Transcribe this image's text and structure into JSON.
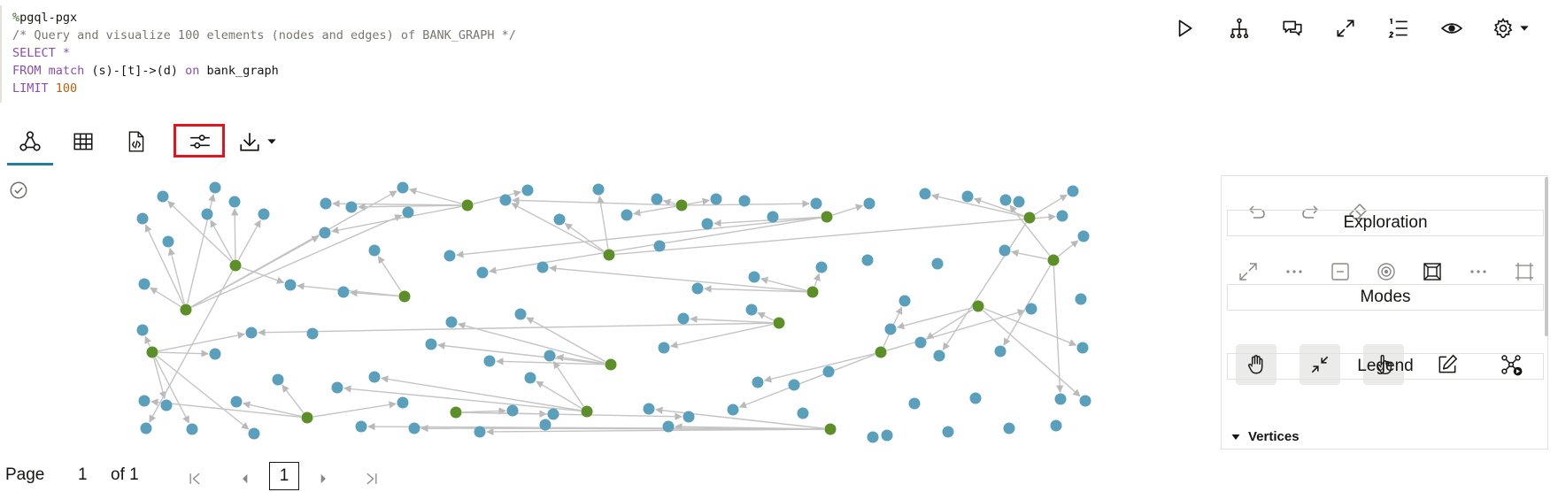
{
  "editor": {
    "lines": [
      [
        {
          "t": "%",
          "c": "tok-magic"
        },
        {
          "t": "pgql-pgx",
          "c": "tok-plain"
        }
      ],
      [
        {
          "t": "/* Query and visualize 100 elements (nodes and edges) of BANK_GRAPH */",
          "c": "tok-comment"
        }
      ],
      [
        {
          "t": "SELECT",
          "c": "tok-kw"
        },
        {
          "t": " ",
          "c": "tok-plain"
        },
        {
          "t": "*",
          "c": "tok-kw"
        }
      ],
      [
        {
          "t": "FROM",
          "c": "tok-kw"
        },
        {
          "t": " ",
          "c": "tok-plain"
        },
        {
          "t": "match",
          "c": "tok-kw"
        },
        {
          "t": " (s)-[t]->(d) ",
          "c": "tok-ident"
        },
        {
          "t": "on",
          "c": "tok-kw"
        },
        {
          "t": " bank_graph",
          "c": "tok-ident"
        }
      ],
      [
        {
          "t": "LIMIT",
          "c": "tok-kw"
        },
        {
          "t": " ",
          "c": "tok-plain"
        },
        {
          "t": "100",
          "c": "tok-num"
        }
      ]
    ]
  },
  "top_toolbar": [
    "run-icon",
    "graph-tree-icon",
    "comment-icon",
    "expand-icon",
    "numbered-list-icon",
    "eye-icon",
    "gear-icon",
    "caret-down-icon"
  ],
  "result_tabs": [
    "graph-icon",
    "table-icon",
    "code-file-icon",
    "sliders-icon",
    "download-icon"
  ],
  "colors": {
    "accent": "#227e9e",
    "highlight_border": "#e0161e",
    "node_blue": "#5a9fbb",
    "node_green": "#5d8f29",
    "edge": "#c4c4c4"
  },
  "panel": {
    "exploration_title": "Exploration",
    "modes_title": "Modes",
    "legend_title": "Legend",
    "vertices_label": "Vertices"
  },
  "pagination": {
    "page_label": "Page",
    "current_page": "1",
    "of_label": "of 1",
    "page_box": "1"
  }
}
